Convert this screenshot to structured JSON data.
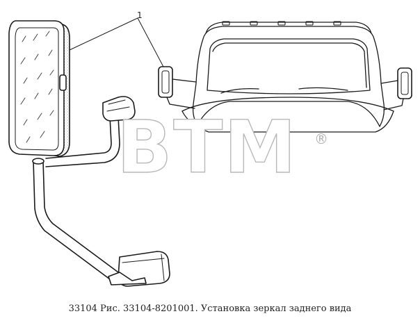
{
  "callout_number": "1",
  "watermark": {
    "text": "BTM",
    "registered_mark": "®"
  },
  "caption": "33104 Рис. 33104-8201001. Установка зеркал заднего вида",
  "colors": {
    "line": "#1a1a1a",
    "watermark_outline": "#b9b9b9",
    "hatch": "#999999"
  }
}
